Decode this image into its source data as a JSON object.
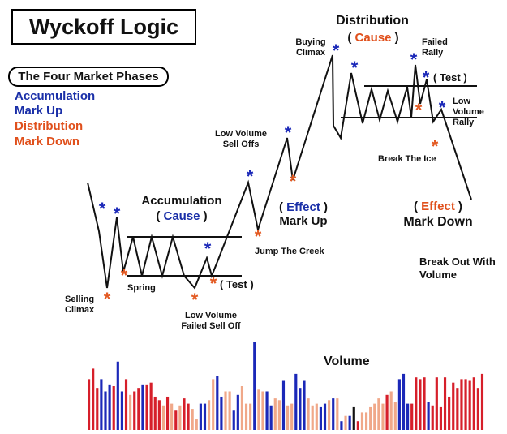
{
  "title": "Wyckoff Logic",
  "phases": {
    "heading": "The Four Market Phases",
    "items": [
      {
        "label": "Accumulation",
        "color": "#1a2fa8"
      },
      {
        "label": "Mark Up",
        "color": "#1a2fa8"
      },
      {
        "label": "Distribution",
        "color": "#e0501c"
      },
      {
        "label": "Mark Down",
        "color": "#e0501c"
      }
    ]
  },
  "labels": {
    "selling_climax": "Selling\nClimax",
    "spring": "Spring",
    "low_volume_failed_sell_off": "Low Volume\nFailed Sell Off",
    "test_1": "( Test )",
    "accumulation": "Accumulation",
    "cause_1_open": "( ",
    "cause_1": "Cause",
    "cause_1_close": " )",
    "jump_the_creek": "Jump The Creek",
    "effect_1_open": "( ",
    "effect_1": "Effect",
    "effect_1_close": " )",
    "mark_up": "Mark Up",
    "low_volume_sell_offs": "Low Volume\nSell Offs",
    "buying_climax": "Buying\nClimax",
    "distribution": "Distribution",
    "cause_2_open": "( ",
    "cause_2": "Cause",
    "cause_2_close": " )",
    "failed_rally": "Failed\nRally",
    "test_2": "( Test )",
    "low_volume_rally": "Low\nVolume\nRally",
    "break_the_ice": "Break The Ice",
    "effect_2_open": "( ",
    "effect_2": "Effect",
    "effect_2_close": " )",
    "mark_down": "Mark Down",
    "break_out_with_volume": "Break Out With\nVolume",
    "volume": "Volume"
  },
  "colors": {
    "blue": "#1b28b8",
    "orange": "#e35a22",
    "red": "#d61f2a",
    "light_orange": "#f0a889",
    "black": "#111111"
  },
  "volume_bars": {
    "values": [
      58,
      70,
      48,
      58,
      44,
      52,
      50,
      78,
      44,
      58,
      40,
      44,
      48,
      52,
      52,
      54,
      38,
      34,
      28,
      38,
      30,
      22,
      28,
      36,
      30,
      24,
      12,
      30,
      30,
      34,
      58,
      62,
      38,
      44,
      44,
      22,
      40,
      50,
      30,
      30,
      100,
      46,
      44,
      44,
      28,
      36,
      34,
      56,
      28,
      30,
      64,
      48,
      56,
      36,
      28,
      30,
      26,
      30,
      34,
      36,
      36,
      10,
      16,
      16,
      26,
      10,
      20,
      20,
      26,
      30,
      36,
      30,
      40,
      44,
      32,
      58,
      64,
      30,
      30,
      60,
      58,
      60,
      32,
      28,
      60,
      26,
      60,
      38,
      54,
      48,
      58,
      58,
      56,
      60,
      48,
      64
    ],
    "color_keys": [
      "red",
      "red",
      "red",
      "blue",
      "blue",
      "blue",
      "red",
      "blue",
      "blue",
      "red",
      "light_orange",
      "red",
      "red",
      "blue",
      "red",
      "red",
      "red",
      "red",
      "light_orange",
      "red",
      "light_orange",
      "red",
      "light_orange",
      "red",
      "red",
      "light_orange",
      "light_orange",
      "blue",
      "blue",
      "light_orange",
      "light_orange",
      "blue",
      "blue",
      "light_orange",
      "light_orange",
      "blue",
      "blue",
      "light_orange",
      "light_orange",
      "light_orange",
      "blue",
      "light_orange",
      "light_orange",
      "blue",
      "blue",
      "light_orange",
      "light_orange",
      "blue",
      "light_orange",
      "light_orange",
      "blue",
      "blue",
      "blue",
      "light_orange",
      "light_orange",
      "light_orange",
      "blue",
      "blue",
      "light_orange",
      "blue",
      "light_orange",
      "blue",
      "light_orange",
      "blue",
      "black",
      "red",
      "light_orange",
      "light_orange",
      "light_orange",
      "light_orange",
      "light_orange",
      "light_orange",
      "red",
      "light_orange",
      "light_orange",
      "blue",
      "blue",
      "blue",
      "red",
      "red",
      "red",
      "red",
      "blue",
      "red",
      "red",
      "red",
      "red",
      "red",
      "red",
      "red",
      "red",
      "red",
      "red",
      "red",
      "red",
      "red"
    ]
  }
}
